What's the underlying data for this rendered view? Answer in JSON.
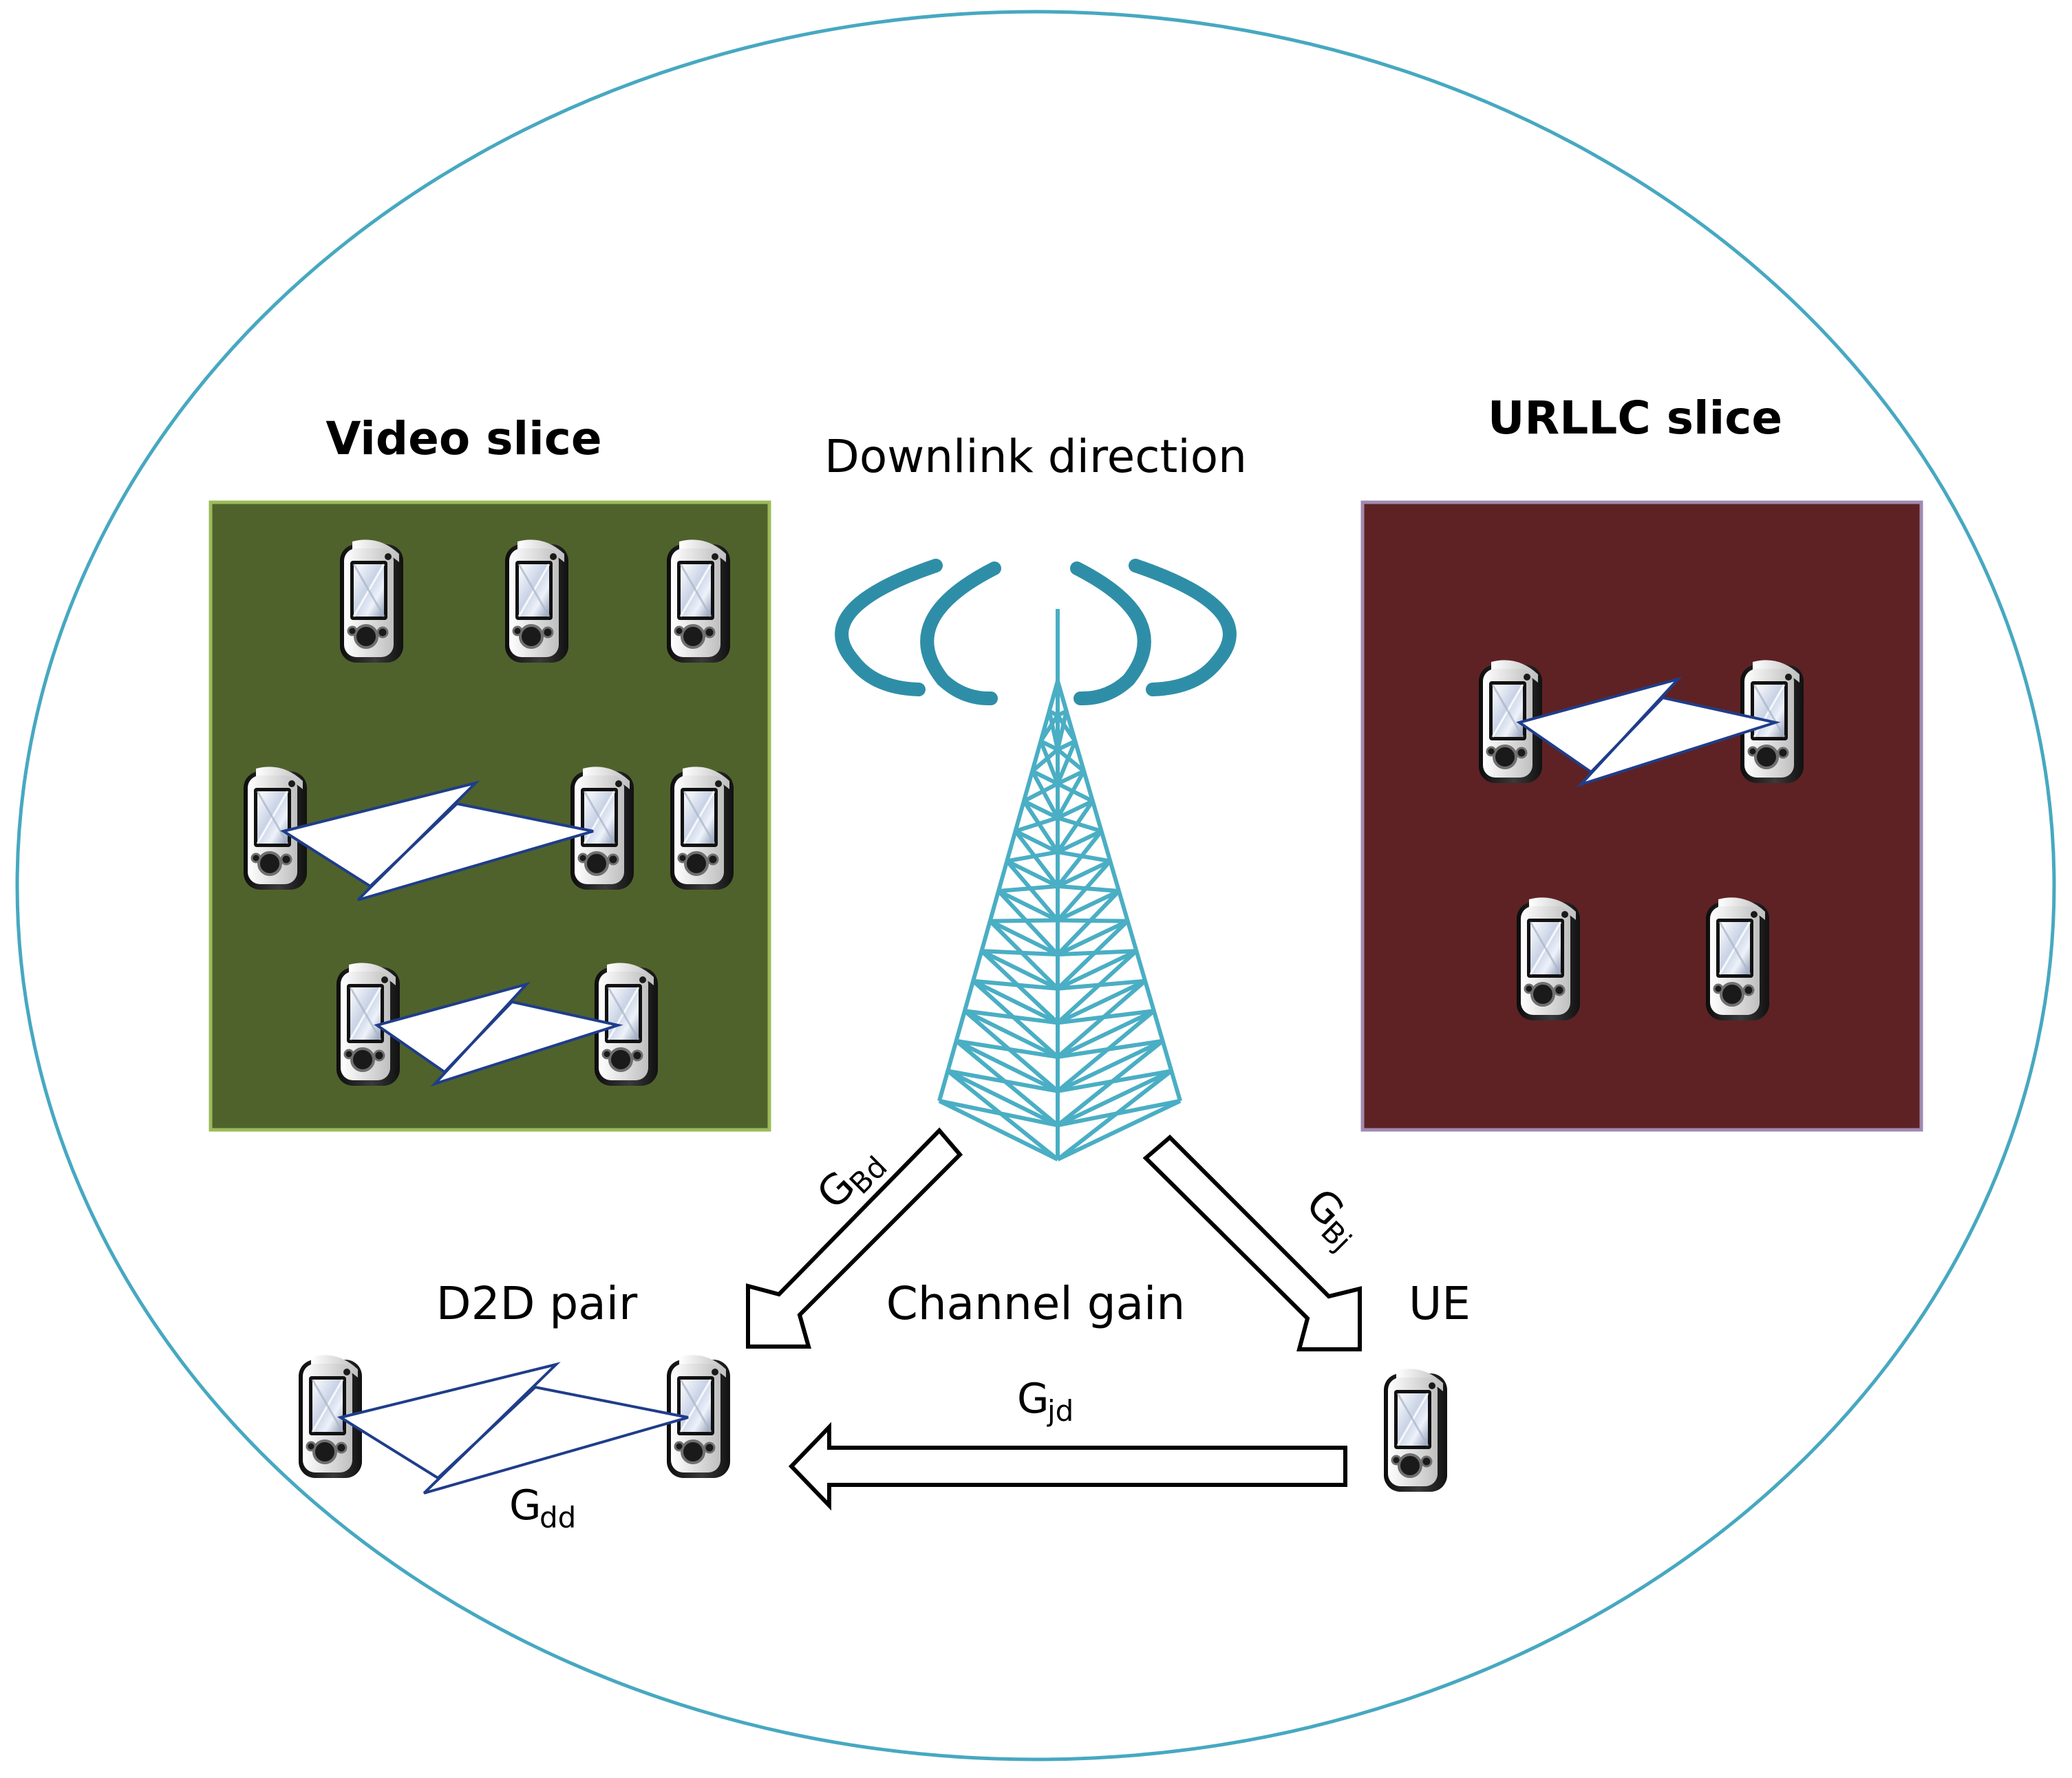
{
  "colors": {
    "ellipse_stroke": "#47a8c1",
    "video_slice_fill": "#4f622c",
    "video_slice_stroke": "#9bbb59",
    "urllc_slice_fill": "#5e2224",
    "urllc_slice_stroke": "#a08ab0",
    "tower": "#4aaec4",
    "signal_waves": "#2f8ea7",
    "d2d_link": "#1f3d8a",
    "arrow_stroke": "#000000"
  },
  "labels": {
    "video_slice": "Video slice",
    "urllc_slice": "URLLC slice",
    "downlink": "Downlink direction",
    "d2d_pair": "D2D pair",
    "channel_gain": "Channel gain",
    "ue": "UE"
  },
  "gains": {
    "g_bd": {
      "base": "G",
      "sub": "Bd"
    },
    "g_bj": {
      "base": "G",
      "sub": "Bj"
    },
    "g_jd": {
      "base": "G",
      "sub": "jd"
    },
    "g_dd": {
      "base": "G",
      "sub": "dd"
    }
  },
  "icons": {
    "phone": "mobile-phone-icon",
    "tower": "cell-tower-icon",
    "link": "d2d-link-icon",
    "arrow": "channel-gain-arrow-icon"
  }
}
